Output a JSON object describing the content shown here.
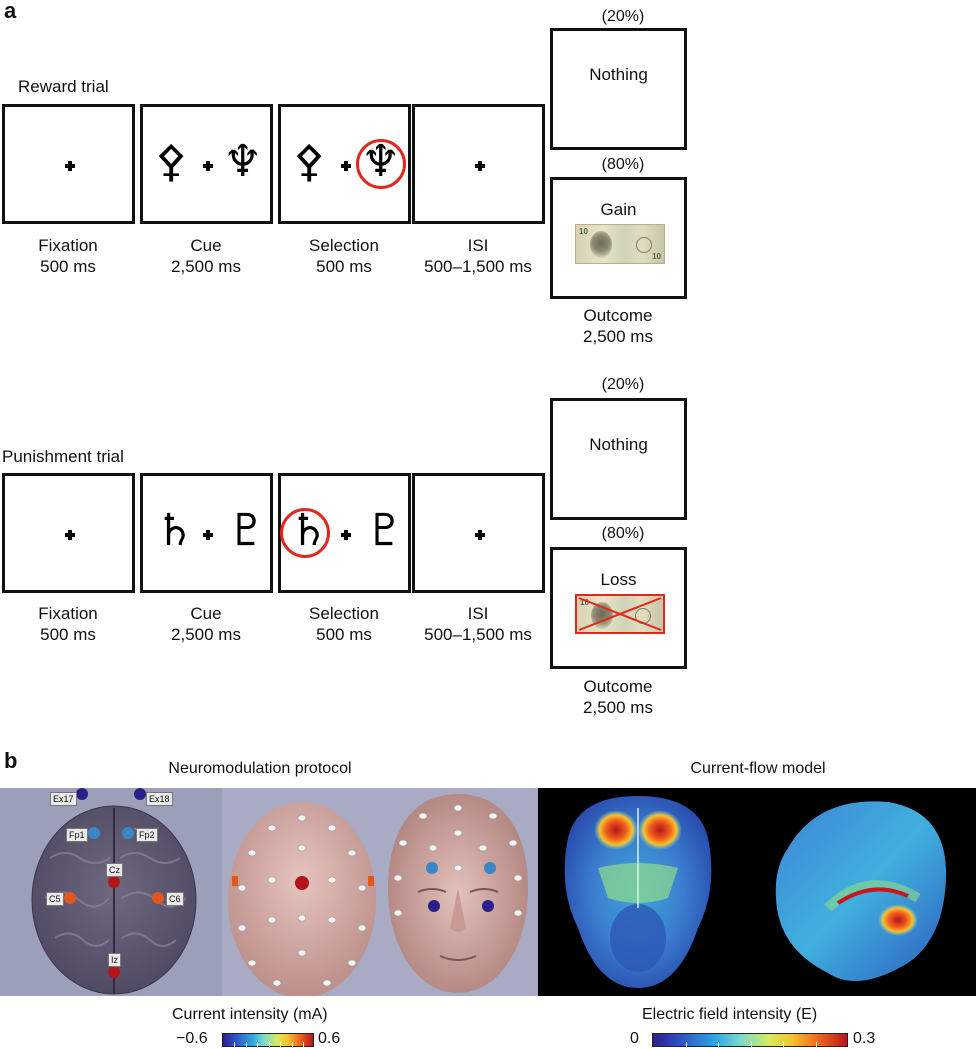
{
  "panels": {
    "a": "a",
    "b": "b"
  },
  "reward": {
    "label": "Reward trial",
    "steps": [
      {
        "name": "Fixation",
        "time": "500 ms"
      },
      {
        "name": "Cue",
        "time": "2,500 ms"
      },
      {
        "name": "Selection",
        "time": "500 ms"
      },
      {
        "name": "ISI",
        "time": "500–1,500 ms"
      }
    ],
    "outcome_nothing": {
      "pct": "(20%)",
      "text": "Nothing"
    },
    "outcome_main": {
      "pct": "(80%)",
      "text": "Gain"
    },
    "outcome_caption": {
      "name": "Outcome",
      "time": "2,500 ms"
    }
  },
  "punishment": {
    "label": "Punishment trial",
    "steps": [
      {
        "name": "Fixation",
        "time": "500 ms"
      },
      {
        "name": "Cue",
        "time": "2,500 ms"
      },
      {
        "name": "Selection",
        "time": "500 ms"
      },
      {
        "name": "ISI",
        "time": "500–1,500 ms"
      }
    ],
    "outcome_nothing": {
      "pct": "(20%)",
      "text": "Nothing"
    },
    "outcome_main": {
      "pct": "(80%)",
      "text": "Loss"
    },
    "outcome_caption": {
      "name": "Outcome",
      "time": "2,500 ms"
    }
  },
  "symbols": {
    "reward_left": "⚴",
    "reward_right": "♆",
    "punish_left": "♄",
    "punish_right": "♇"
  },
  "bill": {
    "denomination": "10"
  },
  "neuromodulation": {
    "title": "Neuromodulation protocol",
    "electrodes": [
      "Ex17",
      "Ex18",
      "Fp1",
      "Fp2",
      "Cz",
      "C5",
      "C6",
      "Iz"
    ],
    "colorbar_label": "Current intensity (mA)",
    "min": "−0.6",
    "max": "0.6"
  },
  "current_flow": {
    "title": "Current-flow model",
    "colorbar_label": "Electric field intensity (E)",
    "min": "0",
    "max": "0.3"
  },
  "colors": {
    "ring": "#e0281e",
    "red_electrode": "#b3151a",
    "blue_electrode": "#3a86c8",
    "dark_blue_electrode": "#2b1f8a",
    "orange_electrode": "#e2571e"
  }
}
